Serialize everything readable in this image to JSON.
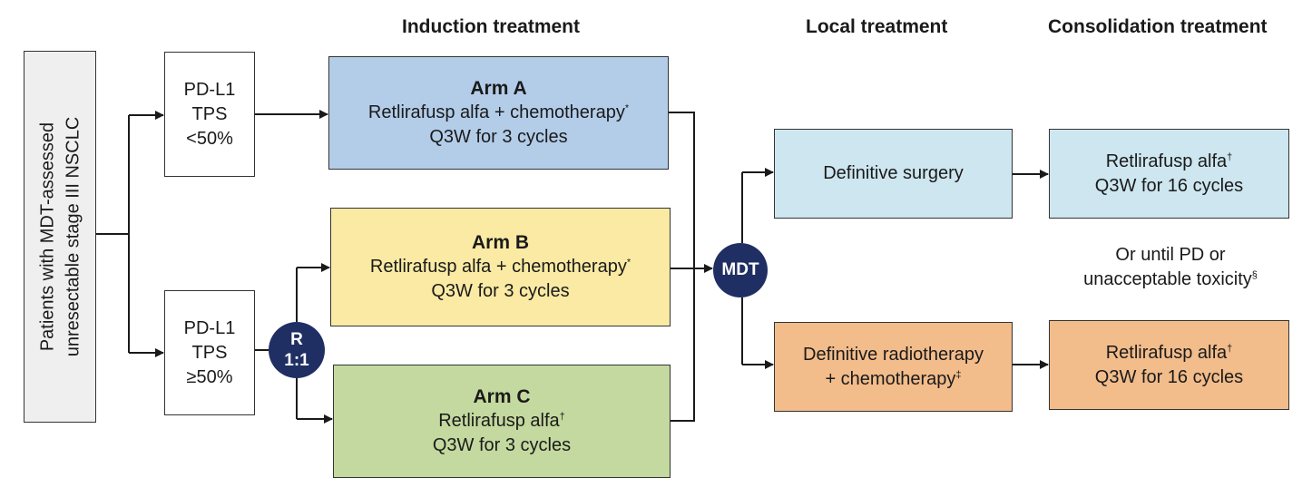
{
  "headers": {
    "induction": "Induction treatment",
    "local": "Local treatment",
    "consolidation": "Consolidation treatment"
  },
  "patients": {
    "line1": "Patients with MDT-assessed",
    "line2": "unresectable stage III NSCLC"
  },
  "pdl1_low": {
    "line1": "PD-L1",
    "line2": "TPS",
    "line3": "<50%"
  },
  "pdl1_high": {
    "line1": "PD-L1",
    "line2": "TPS",
    "line3": "≥50%"
  },
  "randomization": {
    "line1": "R",
    "line2": "1:1"
  },
  "arm_a": {
    "title": "Arm A",
    "treatment": "Retlirafusp alfa  + chemotherapy",
    "treatment_mark": "*",
    "schedule": "Q3W for 3 cycles"
  },
  "arm_b": {
    "title": "Arm B",
    "treatment": "Retlirafusp alfa + chemotherapy",
    "treatment_mark": "*",
    "schedule": "Q3W for 3 cycles"
  },
  "arm_c": {
    "title": "Arm C",
    "treatment": "Retlirafusp alfa",
    "treatment_mark": "†",
    "schedule": "Q3W for 3 cycles"
  },
  "mdt": "MDT",
  "surgery": {
    "label": "Definitive surgery"
  },
  "radiotherapy": {
    "line1": "Definitive radiotherapy",
    "line2": "+ chemotherapy",
    "line2_mark": "‡"
  },
  "consolidation_surgery": {
    "treatment": "Retlirafusp alfa",
    "treatment_mark": "†",
    "schedule": "Q3W for 16 cycles"
  },
  "consolidation_radio": {
    "treatment": "Retlirafusp alfa",
    "treatment_mark": "†",
    "schedule": "Q3W for 16 cycles"
  },
  "pd_note": {
    "line1": "Or until PD or",
    "line2": "unacceptable toxicity",
    "line2_mark": "§"
  },
  "colors": {
    "line": "#1a1a1a",
    "circle": "#1f2f63",
    "arm_a": "#b3cde9",
    "arm_b": "#faeaa3",
    "arm_c": "#c4d99f",
    "surgery": "#cde6ef",
    "radiotherapy": "#f2bc8b",
    "patients": "#efefef"
  }
}
